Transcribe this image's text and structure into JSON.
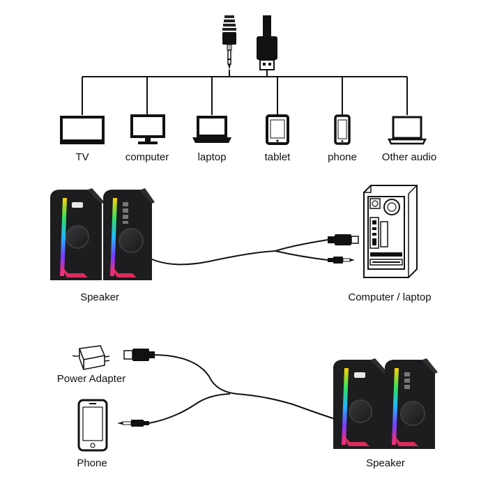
{
  "top_section": {
    "devices": [
      {
        "id": "tv",
        "label": "TV"
      },
      {
        "id": "computer",
        "label": "computer"
      },
      {
        "id": "laptop",
        "label": "laptop"
      },
      {
        "id": "tablet",
        "label": "tablet"
      },
      {
        "id": "phone",
        "label": "phone"
      },
      {
        "id": "other-audio",
        "label": "Other audio"
      }
    ]
  },
  "middle_section": {
    "speaker_label": "Speaker",
    "computer_label": "Computer / laptop"
  },
  "bottom_section": {
    "power_adapter_label": "Power Adapter",
    "phone_label": "Phone",
    "speaker_label": "Speaker"
  },
  "colors": {
    "line": "#111111",
    "speaker_body": "#1d1d1f",
    "speaker_side": "#2c2c2e",
    "background": "#ffffff"
  }
}
